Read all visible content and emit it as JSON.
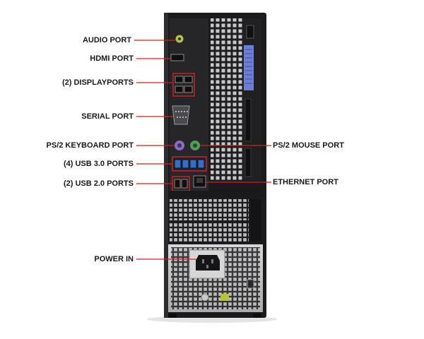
{
  "labels": {
    "audio_port": "AUDIO PORT",
    "hdmi_port": "HDMI PORT",
    "displayports": "(2) DISPLAYPORTS",
    "serial_port": "SERIAL PORT",
    "ps2_keyboard_port": "PS/2 KEYBOARD PORT",
    "usb30_ports": "(4) USB 3.0 PORTS",
    "usb20_ports": "(2) USB 2.0 PORTS",
    "power_in": "POWER IN",
    "ps2_mouse_port": "PS/2 MOUSE PORT",
    "ethernet_port": "ETHERNET PORT"
  },
  "colors": {
    "case": "#1b1b1d",
    "panel": "#2a2a2c",
    "grille": "#c9c9c9",
    "leader_line": "#d21f1f",
    "highlight_box": "#d21f1f",
    "audio_jack": "#b7c43a",
    "ps2_keyboard": "#8a6cc2",
    "ps2_mouse": "#4f9e57",
    "usb3": "#2f6fd0",
    "expansion_bracket": "#6b7fd6"
  }
}
